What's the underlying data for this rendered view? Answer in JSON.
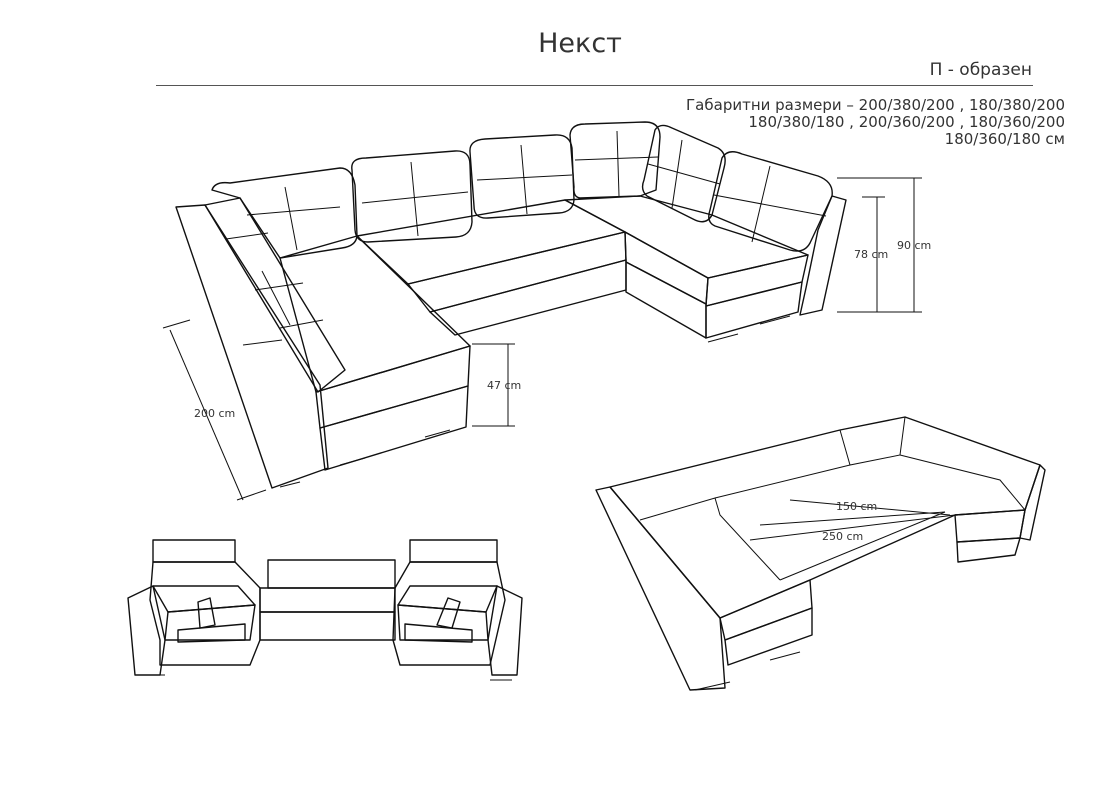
{
  "header": {
    "title": "Некст",
    "subtitle": "П - образен"
  },
  "overall_dimensions": {
    "lines": [
      "Габаритни размери – 200/380/200 , 180/380/200",
      "180/380/180 , 200/360/200 , 180/360/200",
      "180/360/180 см"
    ]
  },
  "dimension_labels": {
    "height_back": "90 cm",
    "height_back_inner": "78 cm",
    "seat_height": "47 cm",
    "side_depth": "200 cm",
    "bed_width": "150 cm",
    "bed_length": "250 cm"
  }
}
